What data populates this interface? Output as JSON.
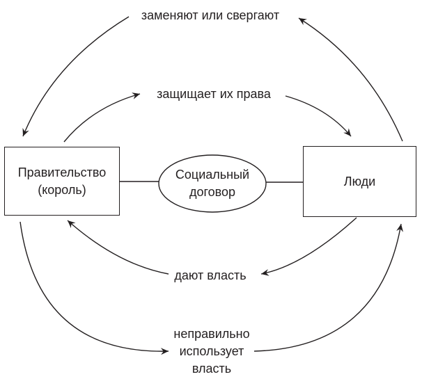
{
  "diagram": {
    "nodes": {
      "government": {
        "label": "Правительство\n(король)"
      },
      "social_contract": {
        "label": "Социальный\nдоговор"
      },
      "people": {
        "label": "Люди"
      }
    },
    "edges": {
      "replace_overthrow": {
        "label": "заменяют или свергают",
        "from": "people",
        "to": "government"
      },
      "protects_rights": {
        "label": "защищает их права",
        "from": "government",
        "to": "people"
      },
      "give_power": {
        "label": "дают власть",
        "from": "people",
        "to": "government"
      },
      "misuse_power": {
        "label": "неправильно\nиспользует\nвласть",
        "from": "government",
        "to": "people"
      }
    },
    "colors": {
      "ink": "#231f20",
      "background": "#ffffff"
    }
  }
}
